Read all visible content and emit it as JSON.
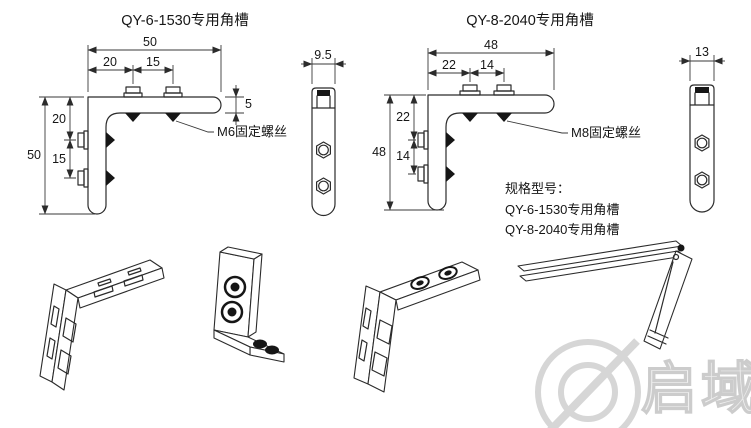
{
  "titles": {
    "left": "QY-6-1530专用角槽",
    "right": "QY-8-2040专用角槽"
  },
  "left_view": {
    "overall_width": "50",
    "top_offset": "20",
    "top_pitch": "15",
    "thickness": "5",
    "side_offset": "20",
    "side_pitch": "15",
    "overall_height": "50",
    "profile_width": "9.5",
    "screw_label": "M6固定螺丝"
  },
  "right_view": {
    "overall_width": "48",
    "top_offset": "22",
    "top_pitch": "14",
    "side_offset": "22",
    "side_pitch": "14",
    "overall_height": "48",
    "profile_width": "13",
    "screw_label": "M8固定螺丝"
  },
  "spec": {
    "heading": "规格型号：",
    "model_1": "QY-6-1530专用角槽",
    "model_2": "QY-8-2040专用角槽"
  },
  "watermark": {
    "brand": "启域"
  },
  "colors": {
    "line": "#2b2b2b",
    "watermark": "#d6d6d6"
  }
}
